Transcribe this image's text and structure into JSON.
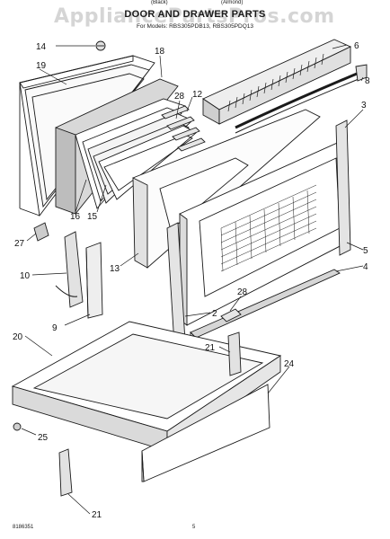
{
  "header": {
    "watermark": "AppliancePartsPros.com",
    "title": "DOOR AND DRAWER PARTS",
    "subtitle": "For Models: RBS305PDB13, RBS305PDQ13",
    "variant_black": "(Black)",
    "variant_almond": "(Almond)"
  },
  "callouts": [
    "14",
    "19",
    "18",
    "28",
    "12",
    "6",
    "8",
    "3",
    "16",
    "15",
    "13",
    "27",
    "10",
    "9",
    "2",
    "5",
    "4",
    "28",
    "21",
    "20",
    "24",
    "25",
    "21"
  ],
  "footer": {
    "doc_number": "8186351",
    "page_number": "5"
  }
}
